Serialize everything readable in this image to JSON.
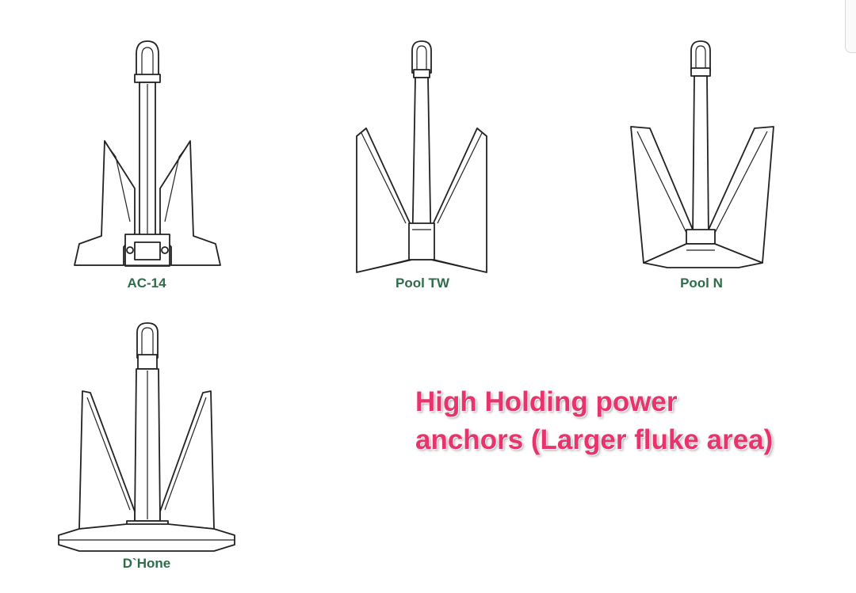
{
  "anchors": [
    {
      "name": "AC-14",
      "label": "AC-14"
    },
    {
      "name": "Pool TW",
      "label": "Pool TW"
    },
    {
      "name": "Pool N",
      "label": "Pool N"
    },
    {
      "name": "D`Hone",
      "label": "D`Hone"
    }
  ],
  "headline": {
    "line1": "High Holding power",
    "line2": "anchors (Larger fluke area)"
  },
  "colors": {
    "label": "#2f6b4a",
    "headline": "#e8336d",
    "outline": "#222222"
  }
}
